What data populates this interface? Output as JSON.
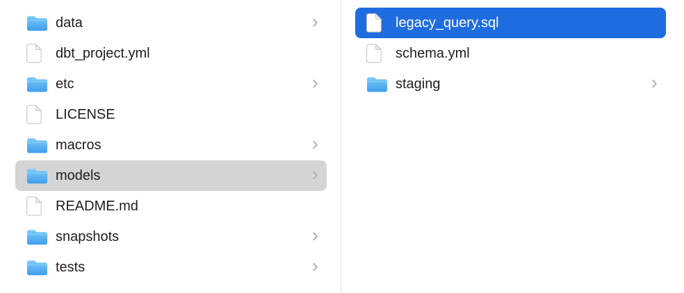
{
  "colors": {
    "selection_primary": "#1f6ce1",
    "selection_secondary": "#d4d4d4",
    "divider": "#e2e2e2",
    "text": "#1d1d1f",
    "text_selected": "#ffffff",
    "chevron": "#b0b0b2",
    "folder_blue_top": "#7ecbf8",
    "folder_blue_bottom": "#3e9ded"
  },
  "columns": [
    {
      "name": "parent-column",
      "items": [
        {
          "label": "data",
          "icon": "folder",
          "chevron": true
        },
        {
          "label": "dbt_project.yml",
          "icon": "file"
        },
        {
          "label": "etc",
          "icon": "folder",
          "chevron": true
        },
        {
          "label": "LICENSE",
          "icon": "file"
        },
        {
          "label": "macros",
          "icon": "folder",
          "chevron": true
        },
        {
          "label": "models",
          "icon": "folder",
          "chevron": true,
          "selected": "secondary"
        },
        {
          "label": "README.md",
          "icon": "file"
        },
        {
          "label": "snapshots",
          "icon": "folder",
          "chevron": true
        },
        {
          "label": "tests",
          "icon": "folder",
          "chevron": true
        }
      ]
    },
    {
      "name": "child-column",
      "items": [
        {
          "label": "legacy_query.sql",
          "icon": "file",
          "selected": "primary"
        },
        {
          "label": "schema.yml",
          "icon": "file"
        },
        {
          "label": "staging",
          "icon": "folder",
          "chevron": true
        }
      ]
    }
  ]
}
